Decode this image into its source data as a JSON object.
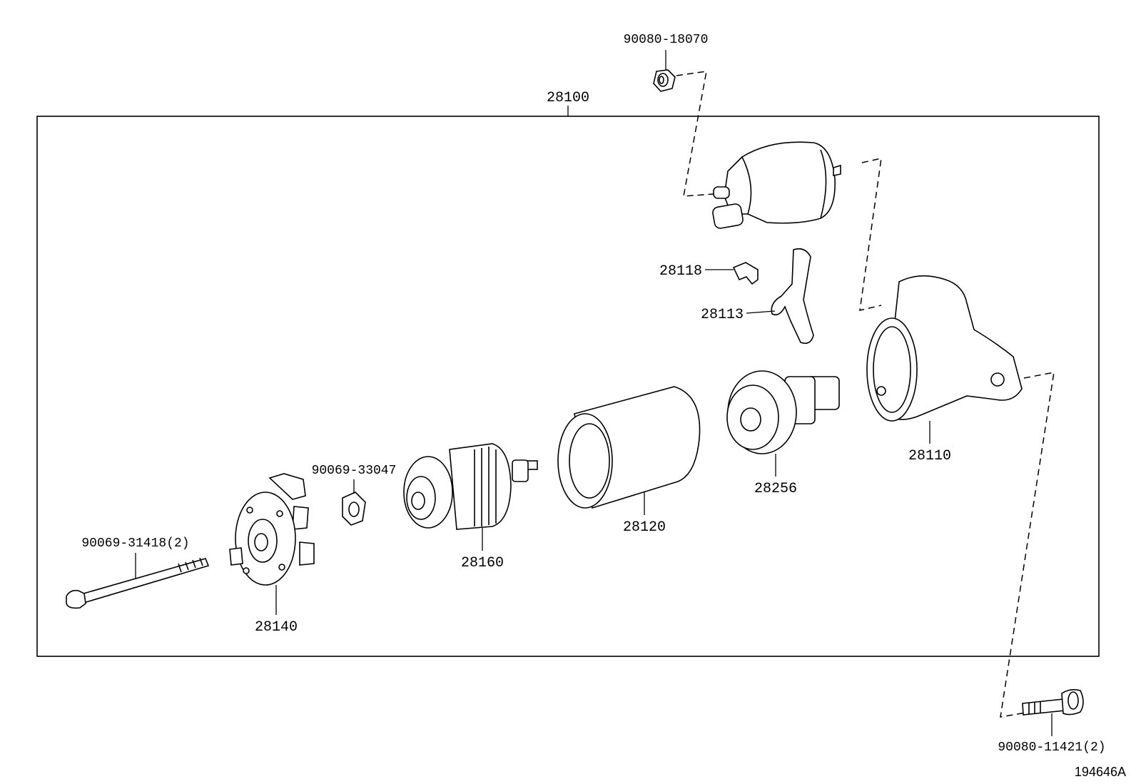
{
  "diagram": {
    "assembly_label": "28100",
    "figure_id": "194646A",
    "parts": [
      {
        "id": "nut-top",
        "label": "90080-18070"
      },
      {
        "id": "bracket",
        "label": "28118"
      },
      {
        "id": "lever",
        "label": "28113"
      },
      {
        "id": "housing",
        "label": "28110"
      },
      {
        "id": "clutch",
        "label": "28256"
      },
      {
        "id": "yoke",
        "label": "28120"
      },
      {
        "id": "armature",
        "label": "28160"
      },
      {
        "id": "nut-small",
        "label": "90069-33047"
      },
      {
        "id": "through-bolt",
        "label": "90069-31418(2)"
      },
      {
        "id": "end-frame",
        "label": "28140"
      },
      {
        "id": "mount-bolt",
        "label": "90080-11421(2)"
      }
    ]
  }
}
